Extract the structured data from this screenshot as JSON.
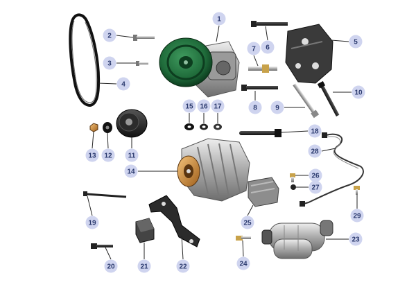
{
  "diagram": {
    "callouts": [
      {
        "id": "1",
        "text": "1"
      },
      {
        "id": "2",
        "text": "2"
      },
      {
        "id": "3",
        "text": "3"
      },
      {
        "id": "4",
        "text": "4"
      },
      {
        "id": "5",
        "text": "5"
      },
      {
        "id": "6",
        "text": "6"
      },
      {
        "id": "7",
        "text": "7"
      },
      {
        "id": "8",
        "text": "8"
      },
      {
        "id": "9",
        "text": "9"
      },
      {
        "id": "10",
        "text": "10"
      },
      {
        "id": "11",
        "text": "11"
      },
      {
        "id": "12",
        "text": "12"
      },
      {
        "id": "13",
        "text": "13"
      },
      {
        "id": "14",
        "text": "14"
      },
      {
        "id": "15",
        "text": "15"
      },
      {
        "id": "16",
        "text": "16"
      },
      {
        "id": "17",
        "text": "17"
      },
      {
        "id": "18",
        "text": "18"
      },
      {
        "id": "19",
        "text": "19"
      },
      {
        "id": "20",
        "text": "20"
      },
      {
        "id": "21",
        "text": "21"
      },
      {
        "id": "22",
        "text": "22"
      },
      {
        "id": "23",
        "text": "23"
      },
      {
        "id": "24",
        "text": "24"
      },
      {
        "id": "25",
        "text": "25"
      },
      {
        "id": "26",
        "text": "26"
      },
      {
        "id": "27",
        "text": "27"
      },
      {
        "id": "28",
        "text": "28"
      },
      {
        "id": "29",
        "text": "29"
      }
    ],
    "colors": {
      "callout_fill": "#cfd4ef",
      "callout_text": "#2b3a6e",
      "pulley_green": "#1f6b3a",
      "metal": "#b8b8b8",
      "dark": "#222222"
    }
  }
}
